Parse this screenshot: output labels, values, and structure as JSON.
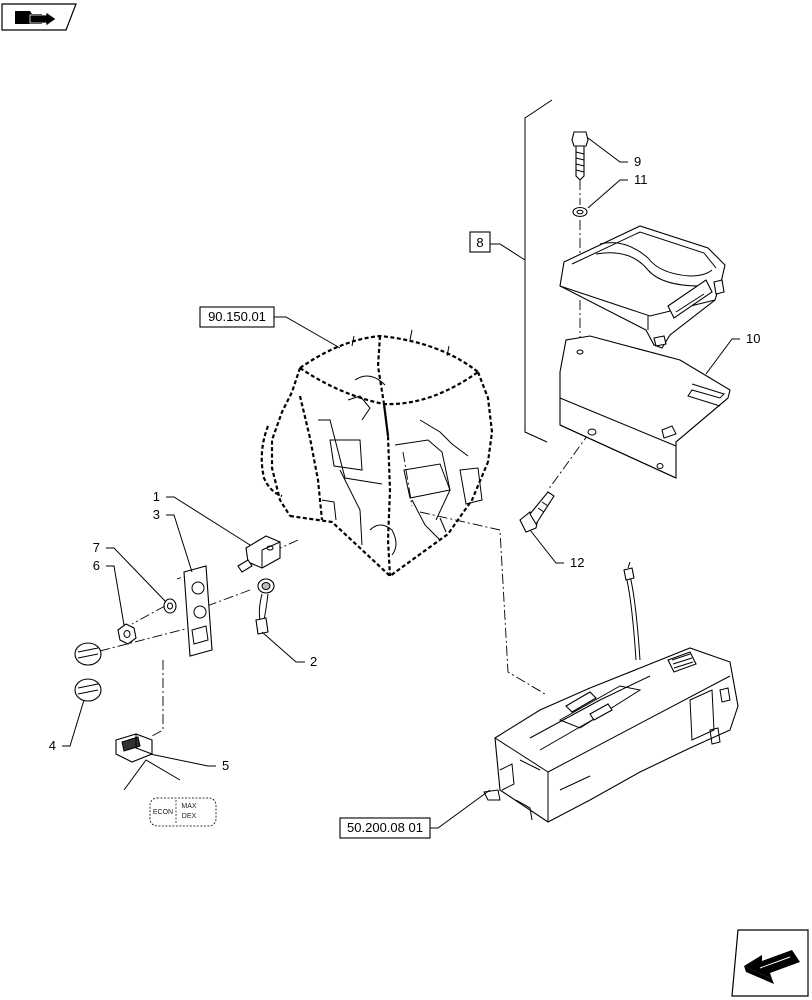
{
  "diagram": {
    "callouts": [
      {
        "id": "1",
        "label": "1"
      },
      {
        "id": "2",
        "label": "2"
      },
      {
        "id": "3",
        "label": "3"
      },
      {
        "id": "4",
        "label": "4"
      },
      {
        "id": "5",
        "label": "5"
      },
      {
        "id": "6",
        "label": "6"
      },
      {
        "id": "7",
        "label": "7"
      },
      {
        "id": "8",
        "label": "8"
      },
      {
        "id": "9",
        "label": "9"
      },
      {
        "id": "10",
        "label": "10"
      },
      {
        "id": "11",
        "label": "11"
      },
      {
        "id": "12",
        "label": "12"
      }
    ],
    "references": [
      {
        "id": "ref-cab",
        "label": "90.150.01"
      },
      {
        "id": "ref-console",
        "label": "50.200.08 01"
      }
    ],
    "switch_decal": {
      "left": "ECON",
      "right_top": "MAX",
      "right_bottom": "DEX"
    },
    "nav": {
      "top_left": "flip-book-nav-icon",
      "bottom_right": "next-page-arrow-icon"
    }
  }
}
